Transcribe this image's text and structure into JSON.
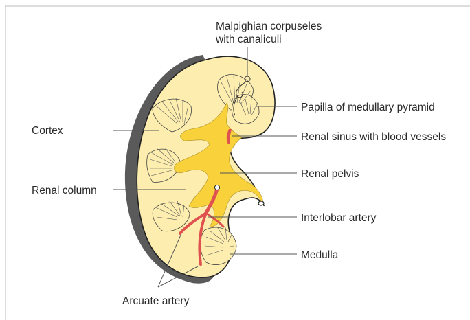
{
  "diagram": {
    "labels": {
      "malpighian_line1": "Malpighian corpuseles",
      "malpighian_line2": "with canaliculi",
      "papilla": "Papilla of medullary pyramid",
      "renal_sinus": "Renal sinus with blood vessels",
      "renal_pelvis": "Renal pelvis",
      "interlobar": "Interlobar artery",
      "medulla": "Medulla",
      "cortex": "Cortex",
      "renal_column": "Renal column",
      "arcuate": "Arcuate artery"
    },
    "colors": {
      "cortex_fill": "#fdeeb0",
      "pelvis_fill": "#f9d13b",
      "capsule_shadow": "#5a5a5a",
      "artery": "#e0524f",
      "outline": "#222222",
      "leader": "#555555"
    }
  }
}
